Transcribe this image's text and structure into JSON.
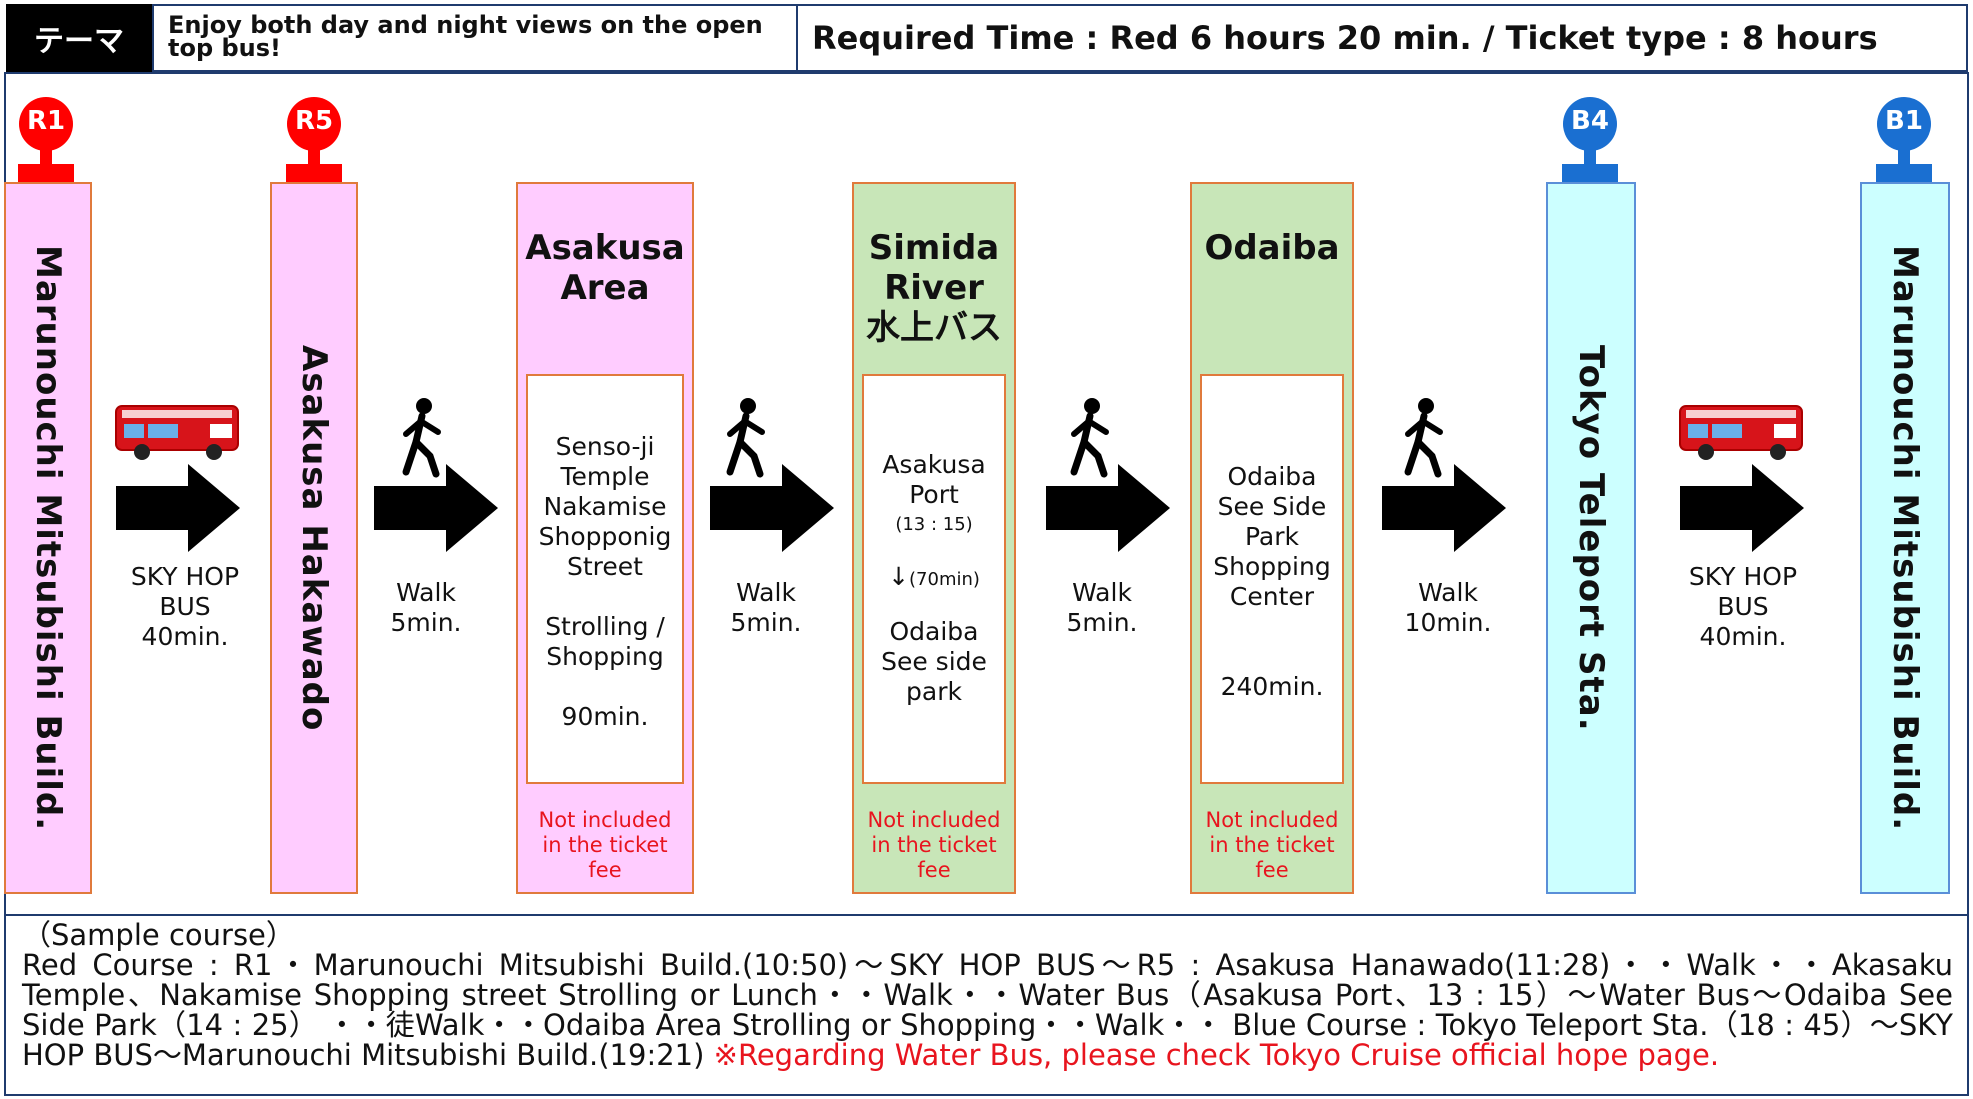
{
  "header": {
    "theme_label": "テーマ",
    "theme_text": "Enjoy both day and night views on the open top bus!",
    "required_time": "Required Time : Red  6  hours  20  min.    /   Ticket type : 8  hours"
  },
  "stops": [
    {
      "id": "R1",
      "name": "Marunouchi  Mitsubishi  Build.",
      "color": "#ff0000"
    },
    {
      "id": "R5",
      "name": "Asakusa  Hakawado",
      "color": "#ff0000"
    },
    {
      "id": "B4",
      "name": "Tokyo  Teleport  Sta.",
      "color": "#1a6fd1"
    },
    {
      "id": "B1",
      "name": "Marunouchi  Mitsubishi  Build.",
      "color": "#1a6fd1"
    }
  ],
  "transitions": [
    {
      "type": "bus",
      "icon": "bus-icon",
      "label": [
        "SKY HOP",
        "BUS",
        "40min."
      ]
    },
    {
      "type": "walk",
      "icon": "walking-person-icon",
      "label": [
        "Walk",
        "5min."
      ]
    },
    {
      "type": "walk",
      "icon": "walking-person-icon",
      "label": [
        "Walk",
        "5min."
      ]
    },
    {
      "type": "walk",
      "icon": "walking-person-icon",
      "label": [
        "Walk",
        "5min."
      ]
    },
    {
      "type": "walk",
      "icon": "walking-person-icon",
      "label": [
        "Walk",
        "10min."
      ]
    },
    {
      "type": "bus",
      "icon": "bus-icon",
      "label": [
        "SKY HOP",
        "BUS",
        "40min."
      ]
    }
  ],
  "activities": [
    {
      "title": [
        "Asakusa",
        "Area"
      ],
      "lines": [
        "Senso-ji",
        "Temple",
        "Nakamise",
        "Shopponig",
        "Street",
        "",
        "Strolling /",
        "Shopping",
        "",
        "90min."
      ],
      "note": [
        "Not included",
        "in the ticket",
        "fee"
      ],
      "color": "#ffccff"
    },
    {
      "title": [
        "Simida",
        "River",
        "水上バス"
      ],
      "lines": [
        "Asakusa",
        "Port"
      ],
      "time_small": "(13 : 15)",
      "arrow": "↓",
      "arrow_small": "(70min)",
      "lines2": [
        "Odaiba",
        "See side",
        "park"
      ],
      "note": [
        "Not included",
        "in the ticket",
        "fee"
      ],
      "color": "#c8e6b8"
    },
    {
      "title": [
        "Odaiba"
      ],
      "lines": [
        "Odaiba",
        "See Side",
        "Park",
        "Shopping",
        "Center",
        "",
        "",
        "240min."
      ],
      "note": [
        "Not included",
        "in the ticket",
        "fee"
      ],
      "color": "#c8e6b8"
    }
  ],
  "footer": {
    "title": "（Sample course）",
    "body": "Red  Course : R1・Marunouchi  Mitsubishi  Build.(10:50)～SKY  HOP  BUS～R5 : Asakusa  Hanawado(11:28)・・Walk・・Akasaku  Temple、Nakamise  Shopping  street  Strolling  or  Lunch・・Walk・・Water  Bus（Asakusa  Port、13 : 15）～Water  Bus～Odaiba  See  Side  Park（14 : 25）  ・・徒Walk・・Odaiba  Area  Strolling  or  Shopping・・Walk・・ Blue  Course : Tokyo  Teleport  Sta.（18 : 45）～SKY  HOP  BUS～Marunouchi  Mitsubishi  Build.(19:21)",
    "warning": "※Regarding  Water  Bus,  please  check  Tokyo  Cruise  official  hope  page."
  },
  "colors": {
    "red_pin": "#ff0000",
    "blue_pin": "#1a6fd1",
    "pink": "#ffccff",
    "light_blue": "#ccffff",
    "green": "#c8e6b8",
    "orange_border": "#e07a3c",
    "note_red": "#e8141e",
    "frame": "#1f3b6e"
  }
}
